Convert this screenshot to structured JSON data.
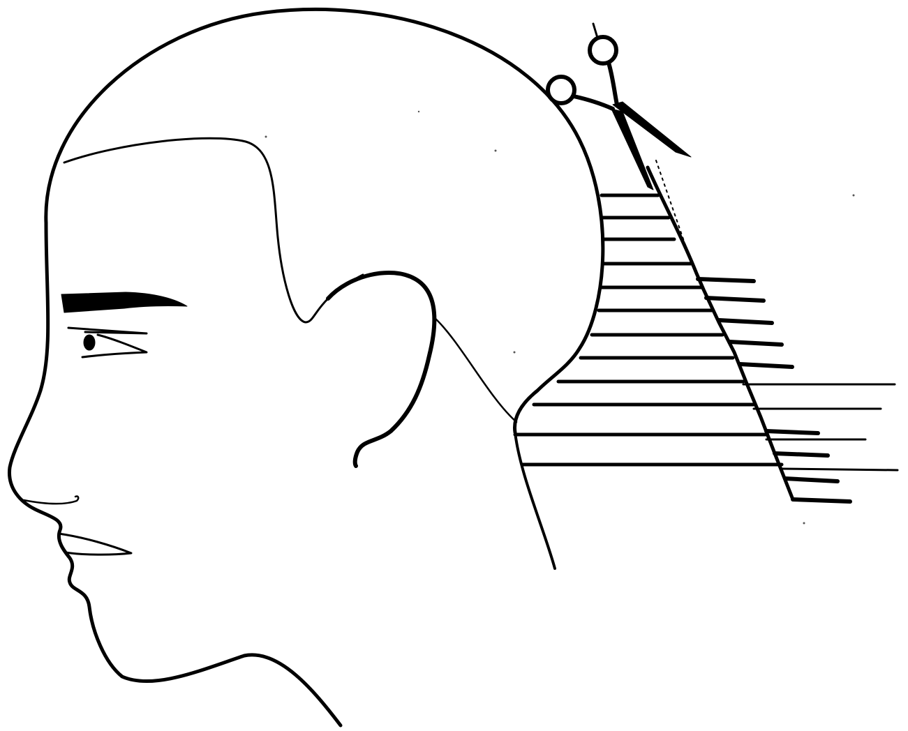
{
  "figure": {
    "subject": "head-profile-haircut-diagram",
    "colors": {
      "background": "#ffffff",
      "ink": "#000000"
    },
    "icons": {
      "scissors": "scissors-icon"
    }
  },
  "hair_sections": {
    "upper_count": 8,
    "lower_count": 5,
    "elevation": "horizontal",
    "guideline": "diagonal-outward-down"
  }
}
